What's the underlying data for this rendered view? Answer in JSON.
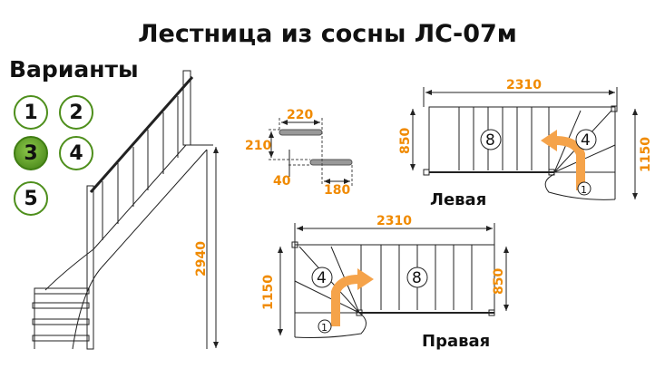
{
  "title": "Лестница из сосны ЛС-07м",
  "variants": {
    "label": "Варианты",
    "options": [
      "1",
      "2",
      "3",
      "4",
      "5"
    ],
    "selected": "3"
  },
  "side_view": {
    "height_dim": "2940"
  },
  "step_detail": {
    "tread_depth": "220",
    "riser": "210",
    "overlap": "40",
    "width": "180"
  },
  "left_plan": {
    "label": "Левая",
    "length": "2310",
    "width": "850",
    "full_width": "1150",
    "winder_steps": "4",
    "straight_steps": "8",
    "bottom_steps": "1"
  },
  "right_plan": {
    "label": "Правая",
    "length": "2310",
    "width": "850",
    "full_width": "1150",
    "winder_steps": "4",
    "straight_steps": "8",
    "bottom_steps": "1"
  },
  "colors": {
    "accent": "#f08a00",
    "green": "#4e8f1c",
    "arrow": "#f5a34a"
  }
}
